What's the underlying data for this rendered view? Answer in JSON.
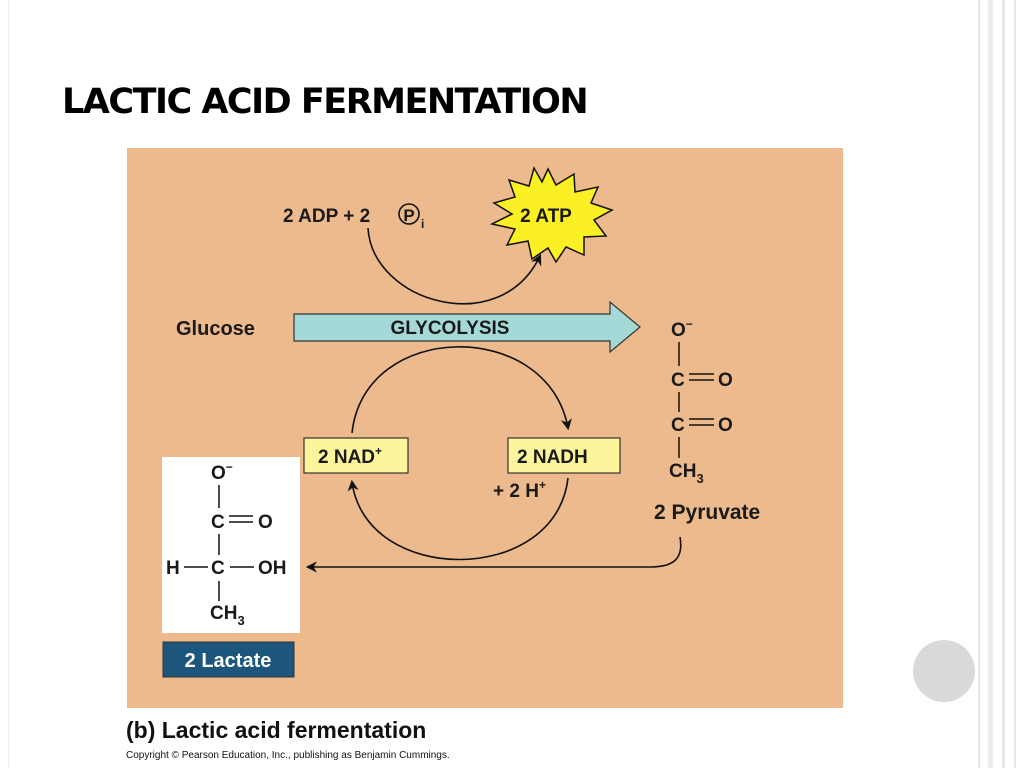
{
  "slide": {
    "title": "LACTIC ACID FERMENTATION"
  },
  "figure": {
    "glucose": "Glucose",
    "glycolysis": "GLYCOLYSIS",
    "adp_pi": {
      "prefix": "2 ADP + 2",
      "p_symbol": "P",
      "p_subscript": "i"
    },
    "atp": "2 ATP",
    "nad": {
      "text": "2 NAD",
      "sup": "+"
    },
    "nadh": "2 NADH",
    "h_plus": {
      "text": "+ 2 H",
      "sup": "+"
    },
    "pyruvate": {
      "o_minus": "O",
      "o_minus_sup": "−",
      "c1": "C",
      "o1": "O",
      "c2": "C",
      "o2": "O",
      "ch3": "CH",
      "ch3_sub": "3",
      "label": "2 Pyruvate"
    },
    "lactate": {
      "o_minus": "O",
      "o_minus_sup": "−",
      "c1": "C",
      "o1": "O",
      "h": "H",
      "c2": "C",
      "oh": "OH",
      "ch3": "CH",
      "ch3_sub": "3",
      "label": "2 Lactate"
    },
    "caption": "(b) Lactic acid fermentation",
    "copyright": "Copyright © Pearson Education, Inc., publishing as Benjamin Cummings."
  },
  "colors": {
    "panel_bg": "#edba8d",
    "arrow_fill": "#a4d9d8",
    "starburst": "#fbf023",
    "nad_box": "#fdf59b",
    "lactate_label_bg": "#1c567c",
    "nav_circle": "#d9d9d9"
  },
  "navigation": {
    "next_slide_icon": "circle-button"
  }
}
